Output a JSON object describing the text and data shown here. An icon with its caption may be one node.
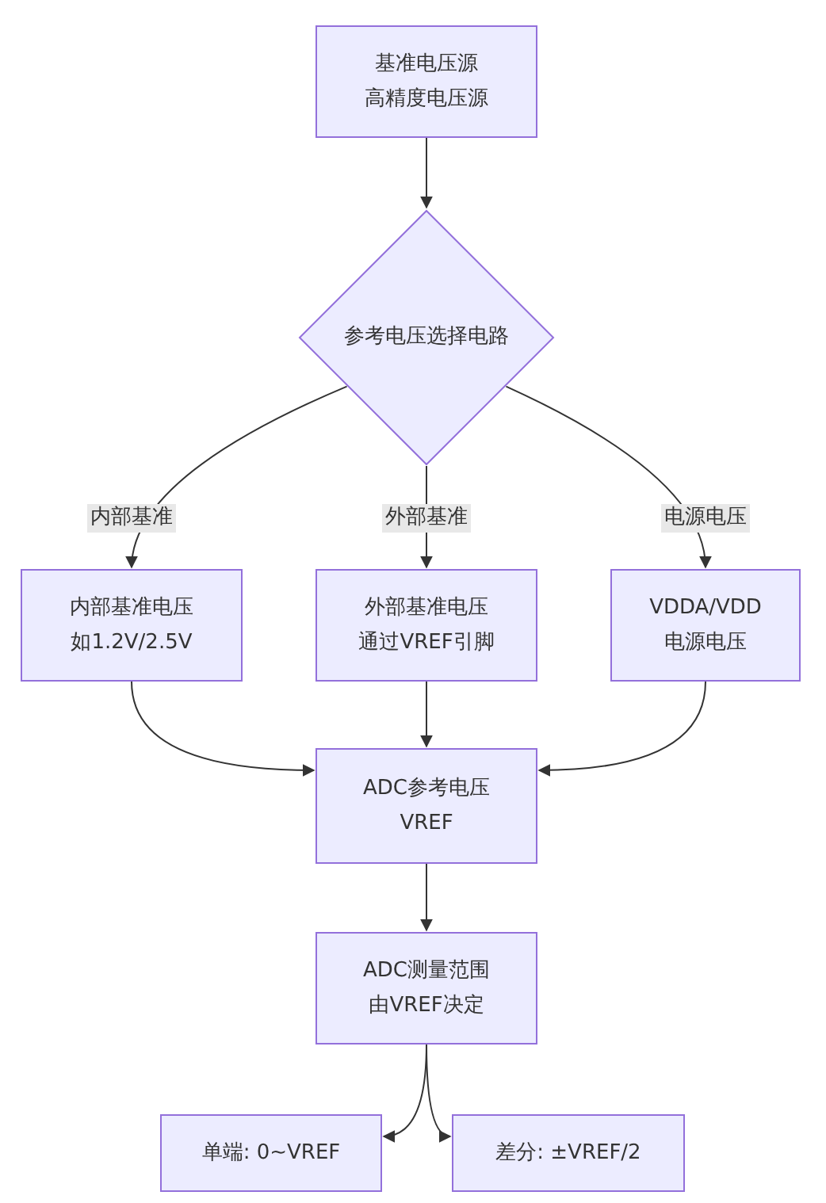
{
  "diagram": {
    "nodes": [
      {
        "text": [
          "基准电压源",
          "高精度电压源"
        ]
      },
      {
        "text": [
          "参考电压选择电路"
        ]
      },
      {
        "text": [
          "内部基准电压",
          "如1.2V/2.5V"
        ]
      },
      {
        "text": [
          "外部基准电压",
          "通过VREF引脚"
        ]
      },
      {
        "text": [
          "VDDA/VDD",
          "电源电压"
        ]
      },
      {
        "text": [
          "ADC参考电压",
          "VREF"
        ]
      },
      {
        "text": [
          "ADC测量范围",
          "由VREF决定"
        ]
      },
      {
        "text": [
          "单端: 0~VREF"
        ]
      },
      {
        "text": [
          "差分: ±VREF/2"
        ]
      }
    ],
    "edges": [
      {
        "from": 0,
        "to": 1,
        "arrow": "to"
      },
      {
        "from": 1,
        "to": 2,
        "arrow": "to",
        "label": "内部基准"
      },
      {
        "from": 1,
        "to": 3,
        "arrow": "to",
        "label": "外部基准"
      },
      {
        "from": 1,
        "to": 4,
        "arrow": "to",
        "label": "电源电压"
      },
      {
        "from": 2,
        "to": 5,
        "arrow": "to"
      },
      {
        "from": 3,
        "to": 5,
        "arrow": "to"
      },
      {
        "from": 4,
        "to": 5,
        "arrow": "to"
      },
      {
        "from": 5,
        "to": 6,
        "arrow": "to"
      },
      {
        "from": 6,
        "to": 7,
        "arrow": "to"
      },
      {
        "from": 6,
        "to": 8,
        "arrow": "to"
      }
    ]
  }
}
